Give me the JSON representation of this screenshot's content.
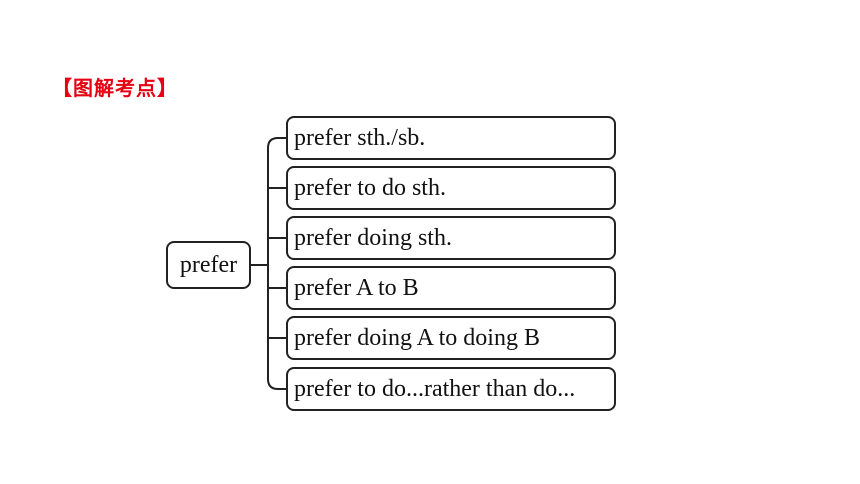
{
  "heading": "【图解考点】",
  "root": "prefer",
  "branches": [
    "prefer sth./sb.",
    "prefer to do sth.",
    "prefer doing sth.",
    "prefer A to B",
    "prefer doing A to doing B",
    "prefer to do...rather than do..."
  ]
}
